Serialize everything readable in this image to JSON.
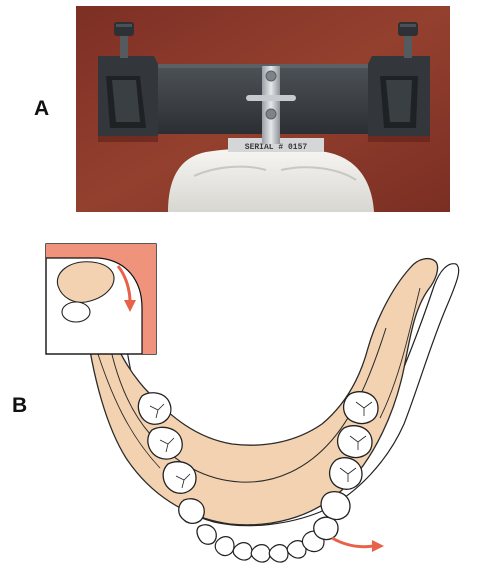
{
  "figure": {
    "panel_a_label": "A",
    "panel_b_label": "B",
    "device_engraving": "SERIAL # 0157"
  },
  "colors": {
    "photo_background": "#8e3a2c",
    "device_metal": "#3f4348",
    "cast_plaster": "#ecebe8",
    "bone_fill": "#f2d2b0",
    "arrow": "#e8624a",
    "inset_fill": "#f0937d"
  },
  "icons": {
    "movement_arrow_condyle": "curved-arrow-icon",
    "movement_arrow_incisor": "curved-arrow-icon"
  }
}
